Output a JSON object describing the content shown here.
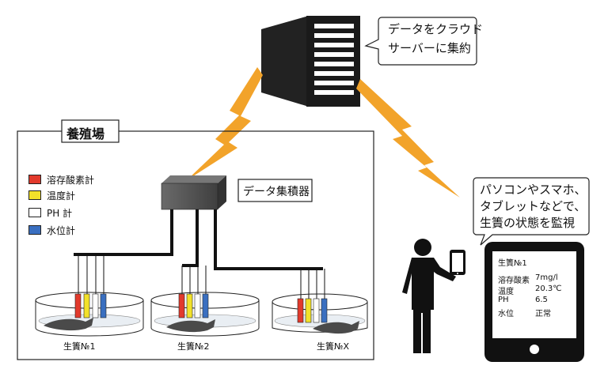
{
  "server_callout": {
    "line1": "データをクラウド",
    "line2": "サーバーに集約"
  },
  "farm": {
    "title": "養殖場"
  },
  "collector": {
    "label": "データ集積器"
  },
  "legend": [
    {
      "label": "溶存酸素計",
      "color": "#e23a2c"
    },
    {
      "label": "温度計",
      "color": "#f2e12a"
    },
    {
      "label": "PH 計",
      "color": "#ffffff"
    },
    {
      "label": "水位計",
      "color": "#3a6fc0"
    }
  ],
  "tanks": [
    {
      "label": "生簀№1"
    },
    {
      "label": "生簀№2"
    },
    {
      "label": "生簀№X"
    }
  ],
  "monitor_callout": {
    "line1": "パソコンやスマホ、",
    "line2": "タブレットなどで、",
    "line3": "生簀の状態を監視"
  },
  "tablet": {
    "title": "生簀№1",
    "rows": [
      {
        "name": "溶存酸素",
        "value": "7mg/l"
      },
      {
        "name": "温度",
        "value": "20.3℃"
      },
      {
        "name": "PH",
        "value": "6.5"
      },
      {
        "name": "水位",
        "value": "正常"
      }
    ]
  },
  "colors": {
    "bolt": "#f2a32a",
    "box": "#555555",
    "line": "#111111"
  }
}
